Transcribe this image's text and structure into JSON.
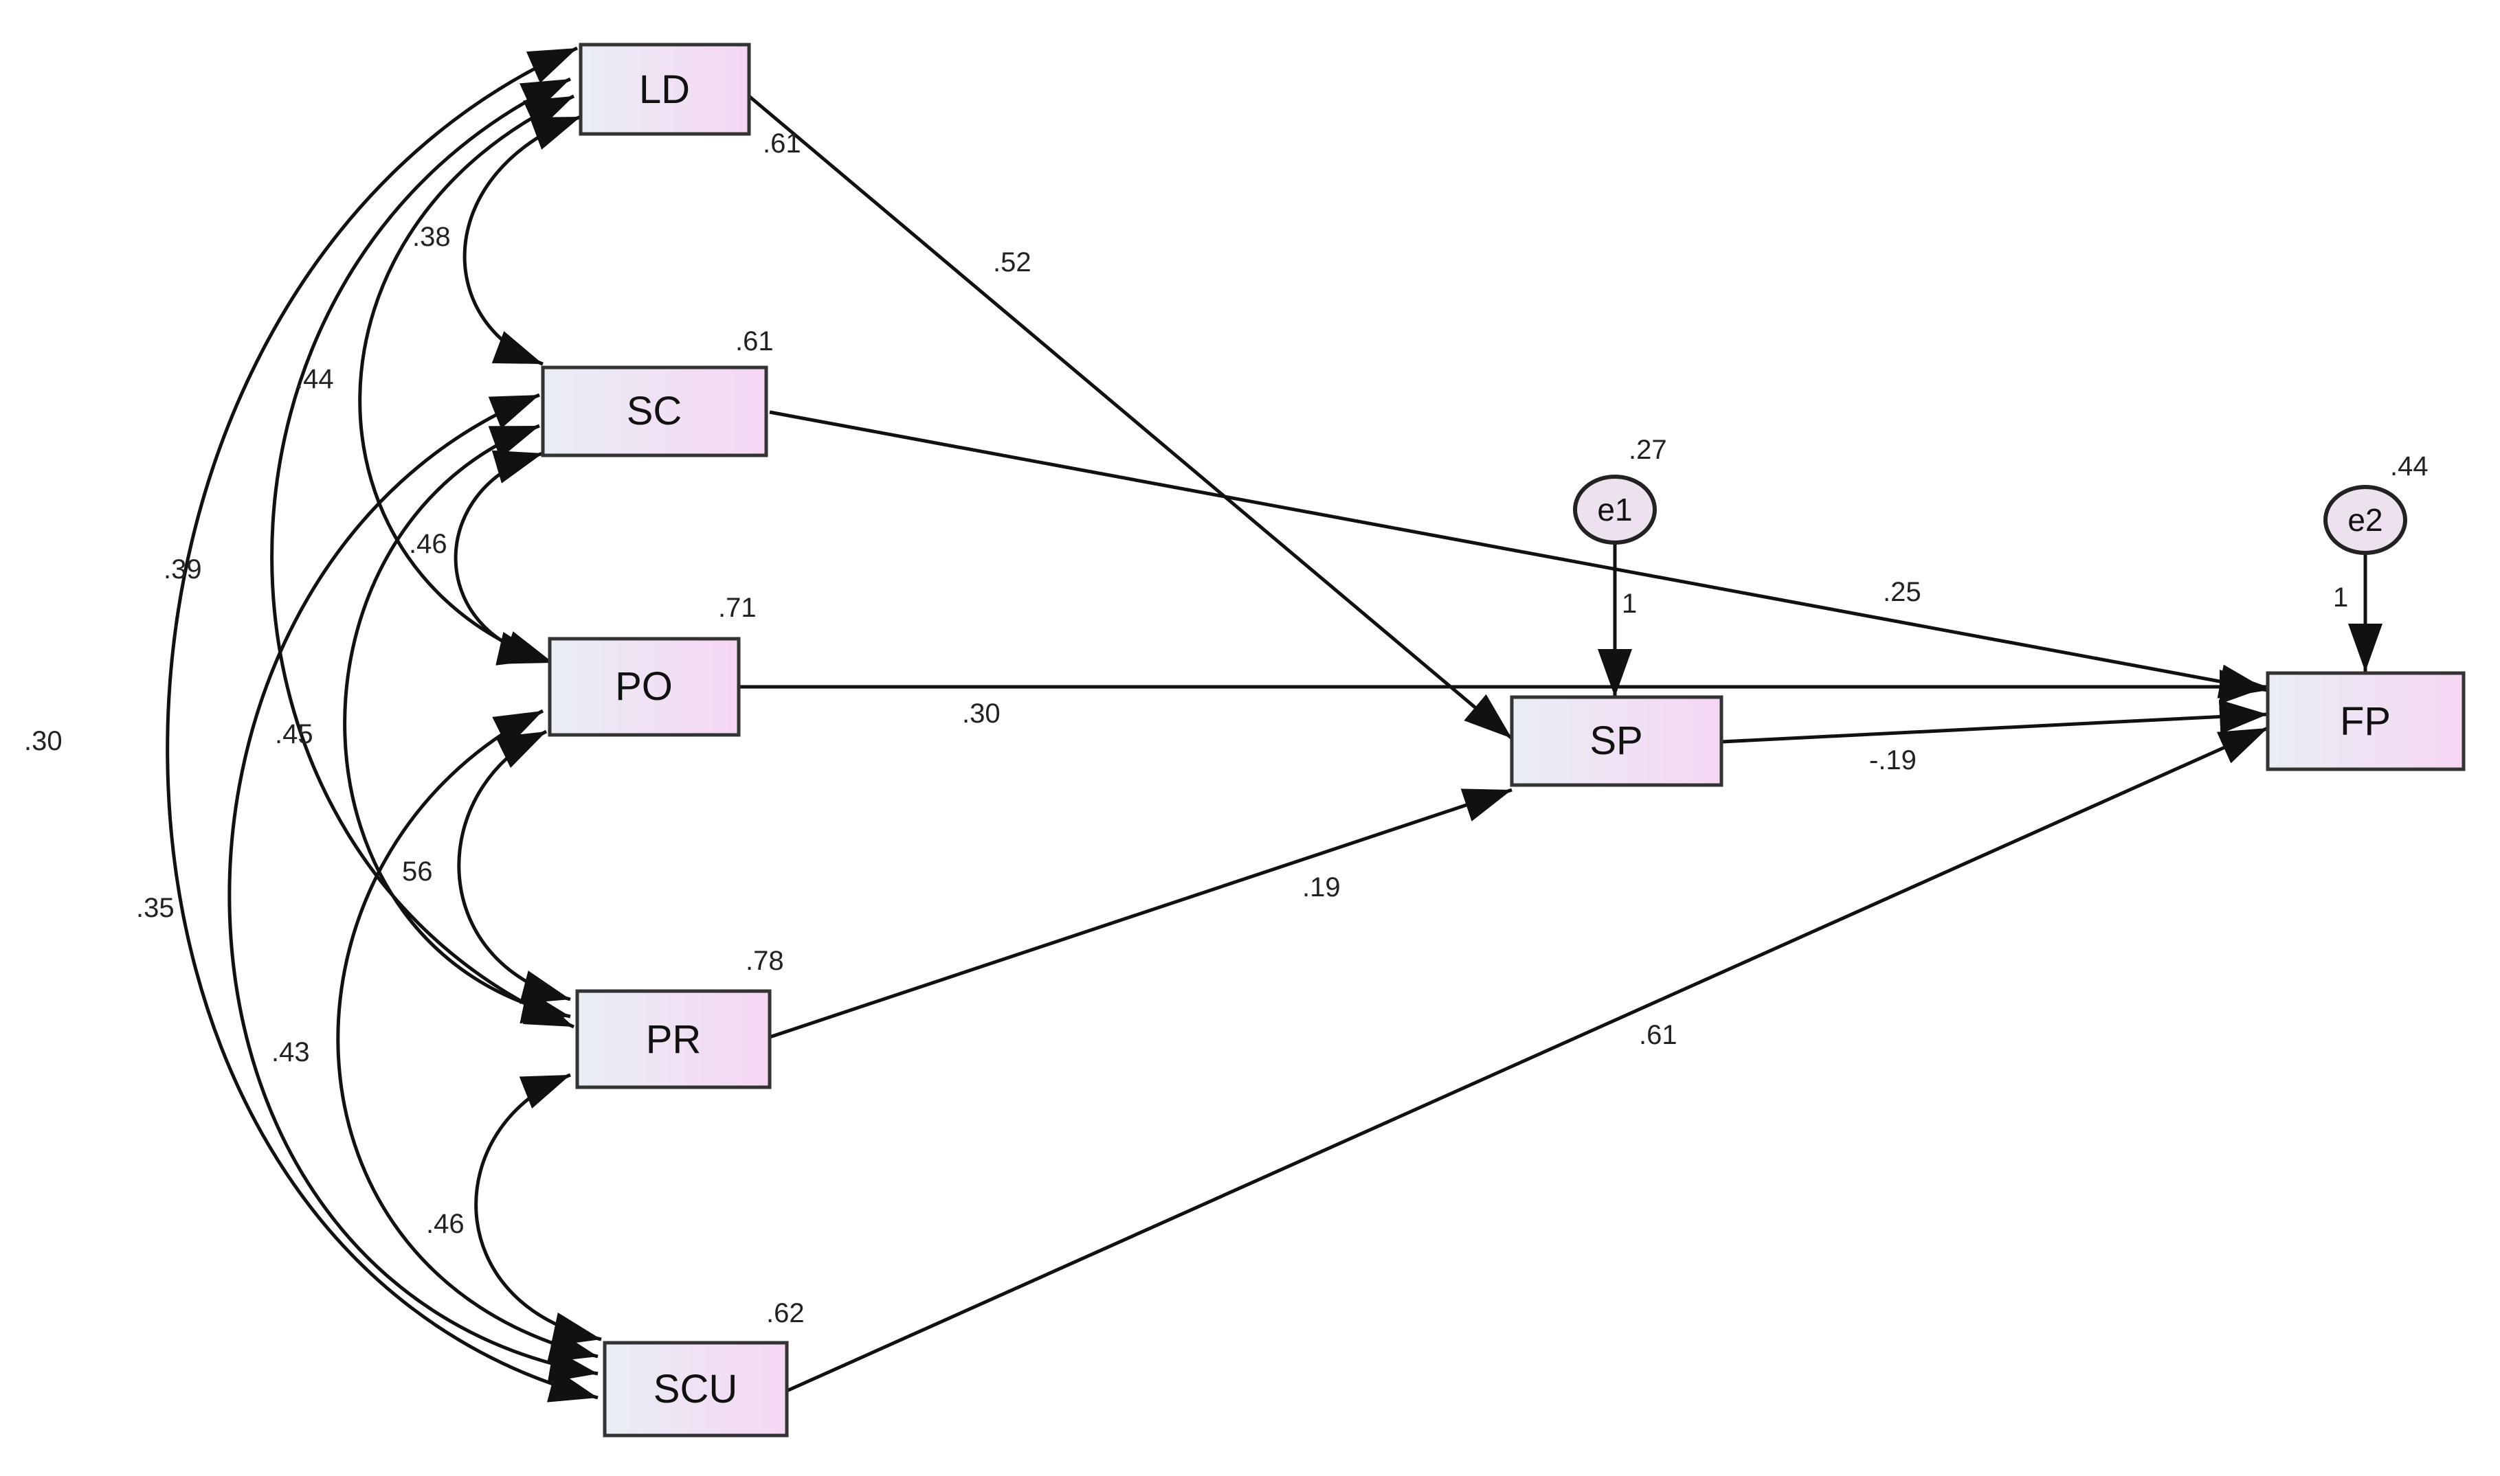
{
  "colors": {
    "box_fill_start": "#e9eef4",
    "box_fill_end": "#f6d6f3",
    "ellipse_fill": "#ece2ee",
    "stroke": "#111111"
  },
  "variables": {
    "LD": {
      "label": "LD",
      "r2": ".61"
    },
    "SC": {
      "label": "SC",
      "r2": ".61"
    },
    "PO": {
      "label": "PO",
      "r2": ".71"
    },
    "PR": {
      "label": "PR",
      "r2": ".78"
    },
    "SCU": {
      "label": "SCU",
      "r2": ".62"
    },
    "SP": {
      "label": "SP"
    },
    "FP": {
      "label": "FP"
    }
  },
  "errors": {
    "e1": {
      "label": "e1",
      "variance": ".27",
      "loading": "1"
    },
    "e2": {
      "label": "e2",
      "variance": ".44",
      "loading": "1"
    }
  },
  "paths": {
    "LD_SP": ".52",
    "SC_FP": ".25",
    "PO_FP": ".30",
    "SP_FP": "-.19",
    "PR_SP": ".19",
    "SCU_FP": ".61"
  },
  "correlations": {
    "LD_SC": ".38",
    "LD_PO": ".44",
    "LD_PR": ".39",
    "LD_SCU": ".30",
    "SC_PO": ".46",
    "SC_PR": ".45",
    "SC_SCU": ".35",
    "PO_PR": "56",
    "PO_SCU": ".43",
    "PR_SCU": ".46"
  }
}
